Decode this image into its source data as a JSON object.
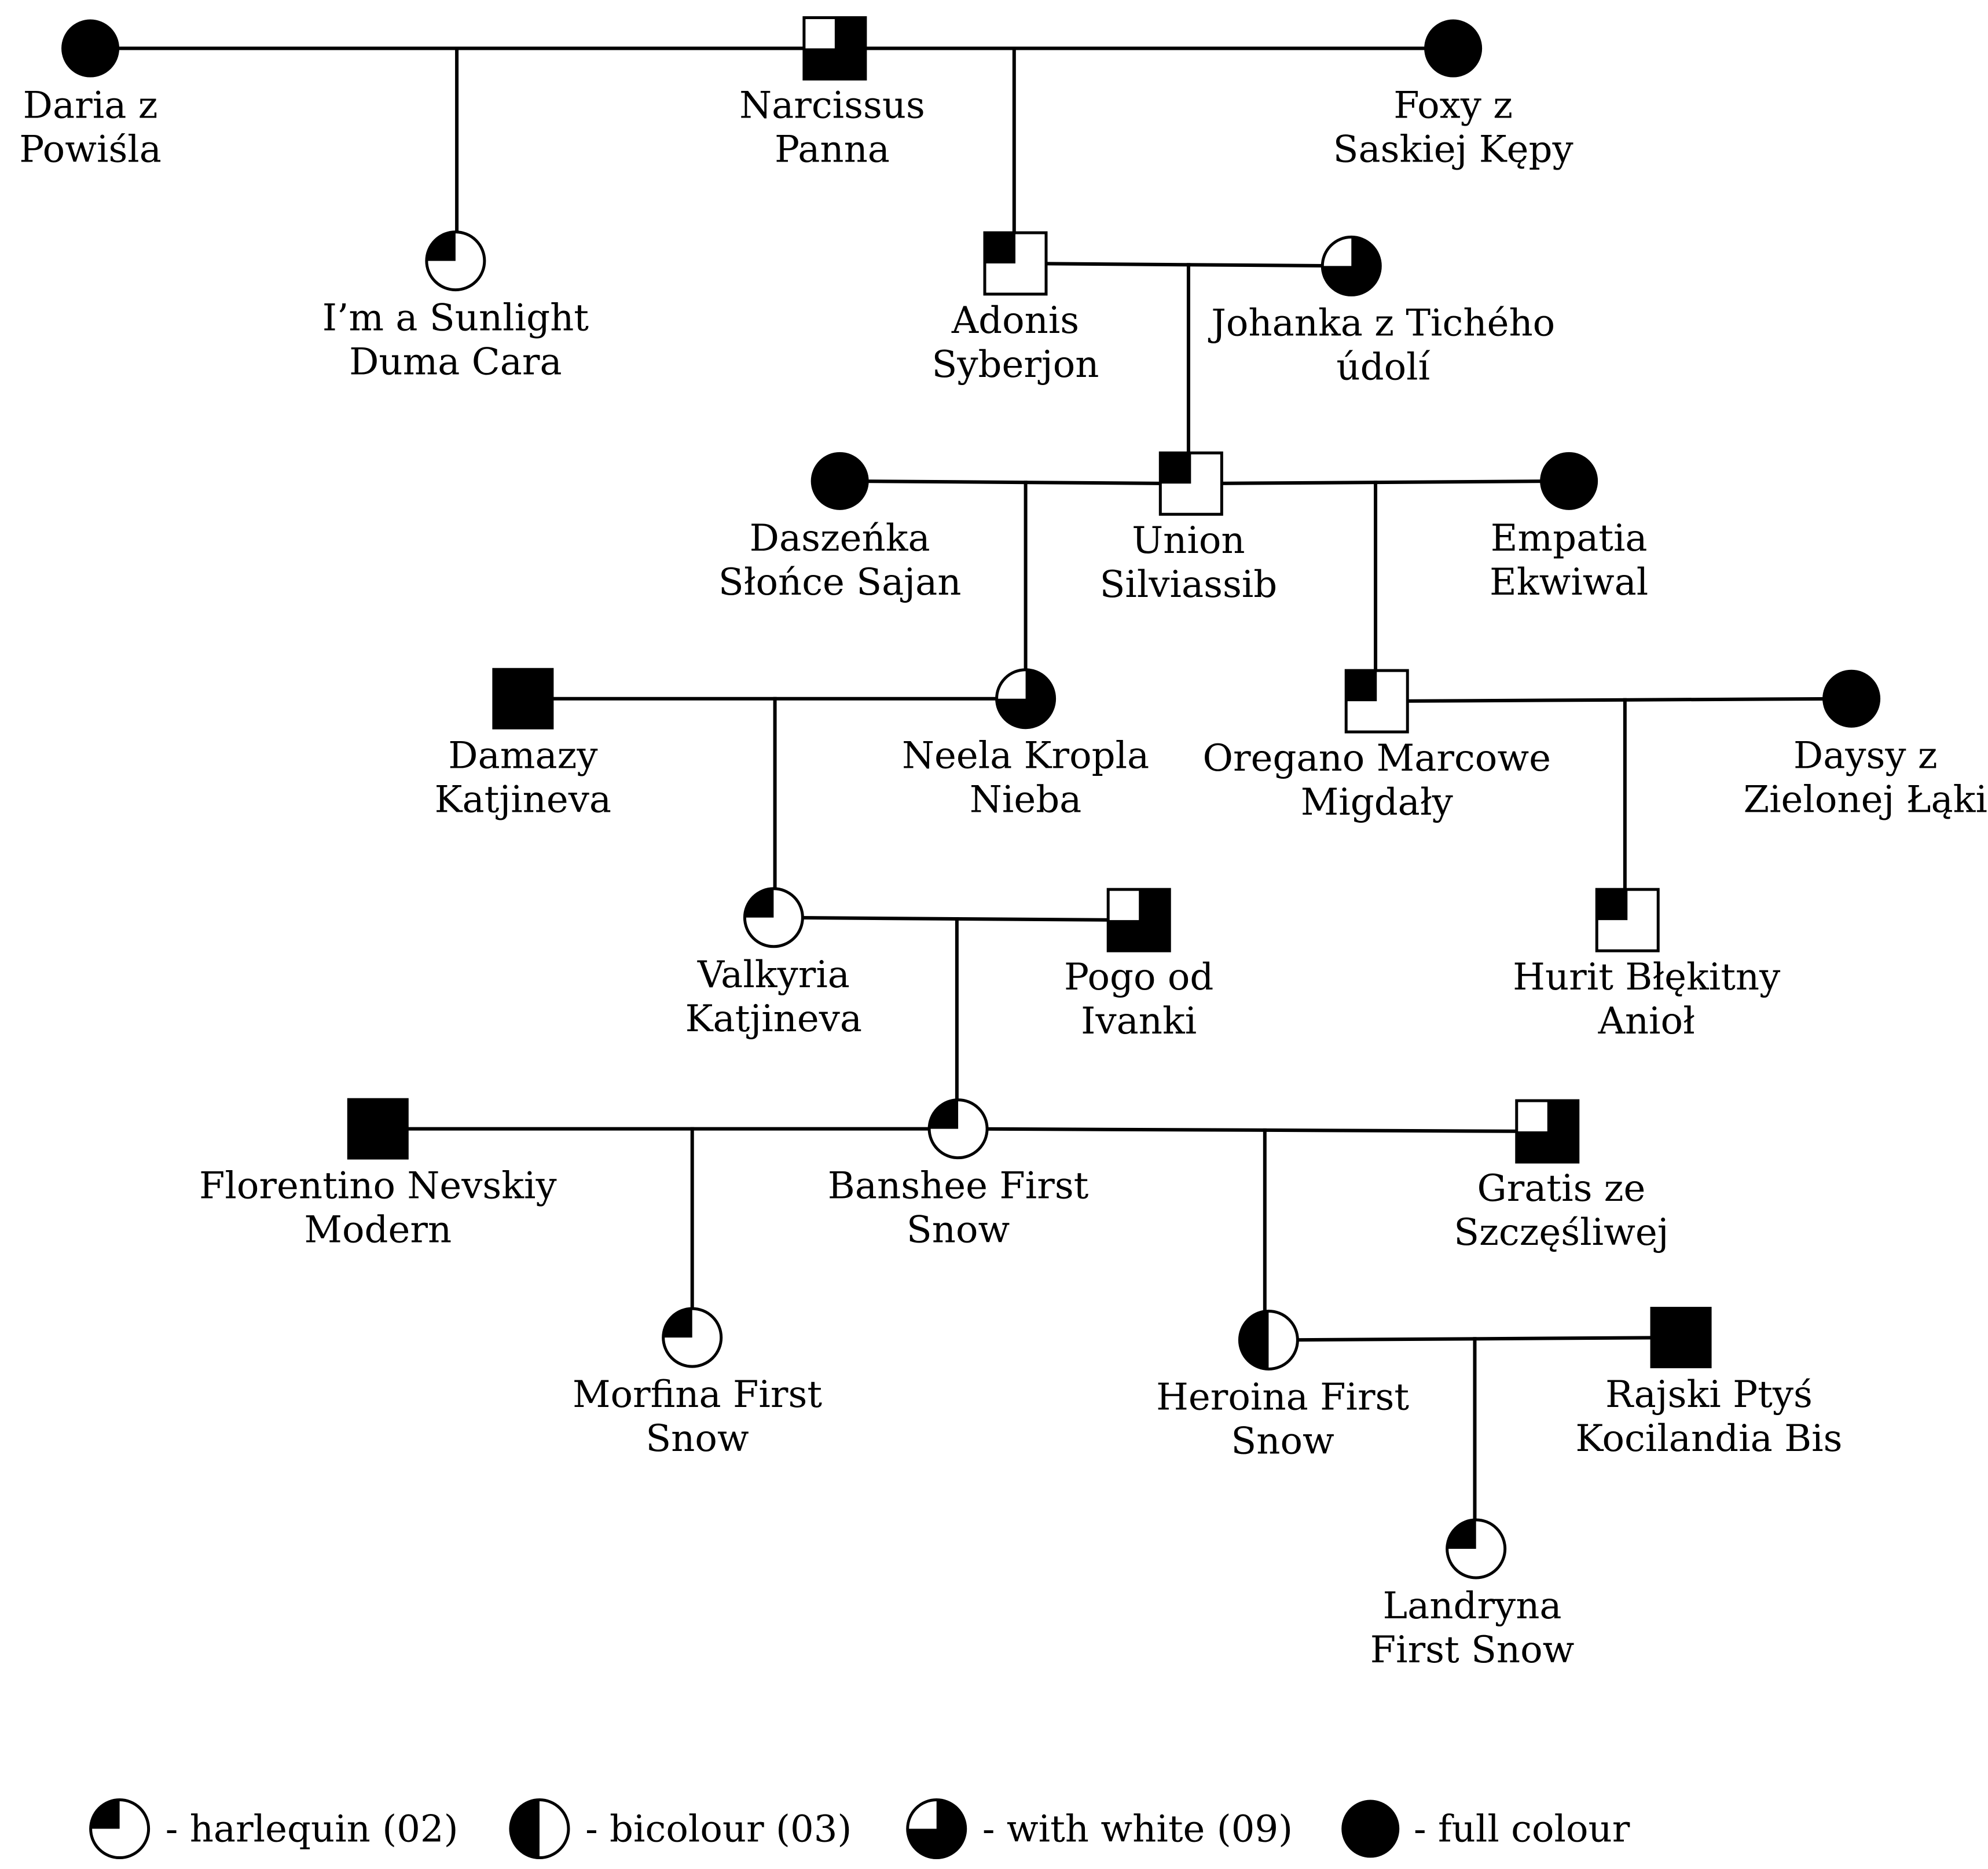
{
  "individuals": [
    {
      "id": "daria",
      "sex": "female",
      "pattern": "full",
      "label": [
        "Daria z",
        "Powiśla"
      ]
    },
    {
      "id": "narcissus",
      "sex": "male",
      "pattern": "with_white",
      "label": [
        "Narcissus",
        "Panna"
      ]
    },
    {
      "id": "foxy",
      "sex": "female",
      "pattern": "full",
      "label": [
        "Foxy z",
        "Saskiej Kępy"
      ]
    },
    {
      "id": "sunlight",
      "sex": "female",
      "pattern": "harlequin",
      "label": [
        "I’m a Sunlight",
        "Duma Cara"
      ]
    },
    {
      "id": "adonis",
      "sex": "male",
      "pattern": "harlequin",
      "label": [
        "Adonis",
        "Syberjon"
      ]
    },
    {
      "id": "johanka",
      "sex": "female",
      "pattern": "with_white",
      "label": [
        "Johanka z Tichého",
        "údolí"
      ]
    },
    {
      "id": "daszenka",
      "sex": "female",
      "pattern": "full",
      "label": [
        "Daszeńka",
        "Słońce Sajan"
      ]
    },
    {
      "id": "union",
      "sex": "male",
      "pattern": "harlequin",
      "label": [
        "Union",
        "Silviassib"
      ]
    },
    {
      "id": "empatia",
      "sex": "female",
      "pattern": "full",
      "label": [
        "Empatia",
        "Ekwiwal"
      ]
    },
    {
      "id": "damazy",
      "sex": "male",
      "pattern": "full",
      "label": [
        "Damazy",
        "Katjineva"
      ]
    },
    {
      "id": "neela",
      "sex": "female",
      "pattern": "with_white",
      "label": [
        "Neela Kropla",
        "Nieba"
      ]
    },
    {
      "id": "oregano",
      "sex": "male",
      "pattern": "harlequin",
      "label": [
        "Oregano Marcowe",
        "Migdały"
      ]
    },
    {
      "id": "daysy",
      "sex": "female",
      "pattern": "full",
      "label": [
        "Daysy z",
        "Zielonej Łąki"
      ]
    },
    {
      "id": "valkyria",
      "sex": "female",
      "pattern": "harlequin",
      "label": [
        "Valkyria",
        "Katjineva"
      ]
    },
    {
      "id": "pogo",
      "sex": "male",
      "pattern": "with_white",
      "label": [
        "Pogo od",
        "Ivanki"
      ]
    },
    {
      "id": "hurit",
      "sex": "male",
      "pattern": "harlequin",
      "label": [
        "Hurit Błękitny",
        "Anioł"
      ]
    },
    {
      "id": "florentino",
      "sex": "male",
      "pattern": "full",
      "label": [
        "Florentino Nevskiy",
        "Modern"
      ]
    },
    {
      "id": "banshee",
      "sex": "female",
      "pattern": "harlequin",
      "label": [
        "Banshee First",
        "Snow"
      ]
    },
    {
      "id": "gratis",
      "sex": "male",
      "pattern": "with_white",
      "label": [
        "Gratis ze",
        "Szczęśliwej"
      ]
    },
    {
      "id": "morfina",
      "sex": "female",
      "pattern": "harlequin",
      "label": [
        "Morfina First",
        "Snow"
      ]
    },
    {
      "id": "heroina",
      "sex": "female",
      "pattern": "bicolour",
      "label": [
        "Heroina First",
        "Snow"
      ]
    },
    {
      "id": "rajski",
      "sex": "male",
      "pattern": "full",
      "label": [
        "Rajski Ptyś",
        "Kocilandia Bis"
      ]
    },
    {
      "id": "landryna",
      "sex": "female",
      "pattern": "harlequin",
      "label": [
        "Landryna",
        "First Snow"
      ]
    }
  ],
  "matings": [
    {
      "parents": [
        "daria",
        "narcissus"
      ],
      "children": [
        "sunlight"
      ]
    },
    {
      "parents": [
        "narcissus",
        "foxy"
      ],
      "children": [
        "adonis"
      ]
    },
    {
      "parents": [
        "adonis",
        "johanka"
      ],
      "children": [
        "union"
      ]
    },
    {
      "parents": [
        "daszenka",
        "union"
      ],
      "children": [
        "neela"
      ]
    },
    {
      "parents": [
        "union",
        "empatia"
      ],
      "children": [
        "oregano"
      ]
    },
    {
      "parents": [
        "damazy",
        "neela"
      ],
      "children": [
        "valkyria"
      ]
    },
    {
      "parents": [
        "oregano",
        "daysy"
      ],
      "children": [
        "hurit"
      ]
    },
    {
      "parents": [
        "valkyria",
        "pogo"
      ],
      "children": [
        "banshee"
      ]
    },
    {
      "parents": [
        "florentino",
        "banshee"
      ],
      "children": [
        "morfina"
      ]
    },
    {
      "parents": [
        "banshee",
        "gratis"
      ],
      "children": [
        "heroina"
      ]
    },
    {
      "parents": [
        "heroina",
        "rajski"
      ],
      "children": [
        "landryna"
      ]
    }
  ],
  "legend": [
    {
      "pattern": "harlequin",
      "text": "- harlequin (02)"
    },
    {
      "pattern": "bicolour",
      "text": "- bicolour (03)"
    },
    {
      "pattern": "with_white",
      "text": "- with white (09)"
    },
    {
      "pattern": "full",
      "text": "- full colour"
    }
  ],
  "colors": {
    "ink": "#000000",
    "paper": "#ffffff"
  }
}
